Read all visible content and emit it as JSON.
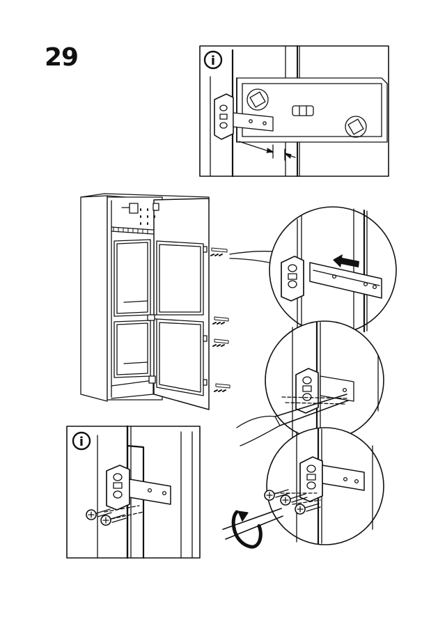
{
  "step": {
    "number": "29"
  },
  "info_panels": [
    {
      "icon": "info-icon",
      "label": "i"
    },
    {
      "icon": "info-icon",
      "label": "i"
    }
  ],
  "colors": {
    "ink": "#111111",
    "paper": "#ffffff"
  }
}
